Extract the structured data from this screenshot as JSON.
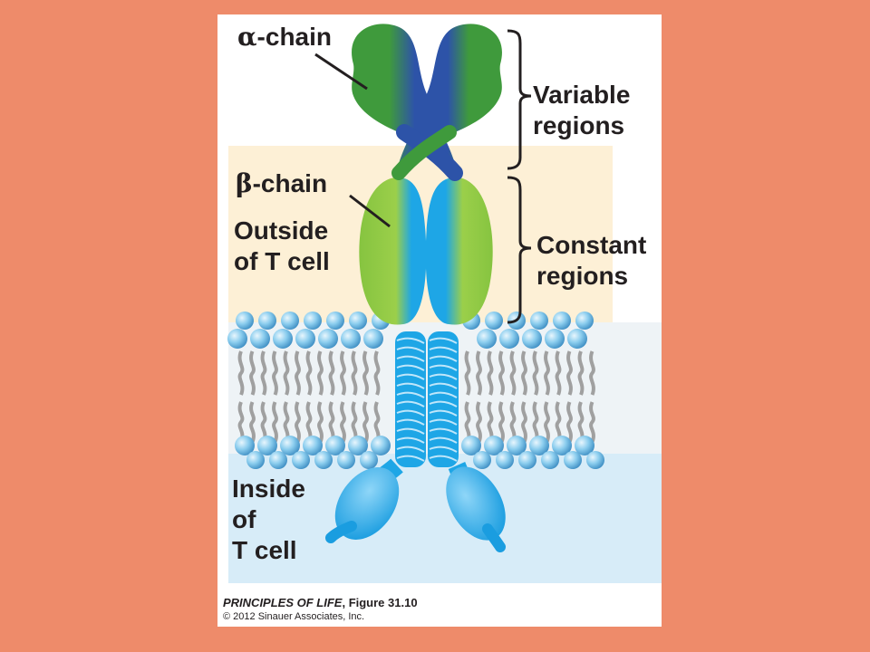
{
  "labels": {
    "alpha_symbol": "α",
    "alpha_rest": "-chain",
    "beta_symbol": "β",
    "beta_rest": "-chain",
    "outside": "Outside\nof T cell",
    "inside": "Inside\nof\nT cell",
    "variable": "Variable\nregions",
    "constant": "Constant\nregions"
  },
  "credit": {
    "book": "PRINCIPLES OF LIFE",
    "figure": ", Figure 31.10",
    "copyright": "© 2012 Sinauer Associates, Inc."
  },
  "colors": {
    "slide_background": "#ee8b6a",
    "alpha_chain": "#2d53a8",
    "beta_chain": "#1ea6e6",
    "variable_green": "#3a9a3e",
    "constant_green": "#8cc63f",
    "outside_tint": "#fdf0d6",
    "inside_tint": "#d7ecf8",
    "lipid_head": "#7fc1e8",
    "lipid_tail": "#a0a0a0"
  }
}
